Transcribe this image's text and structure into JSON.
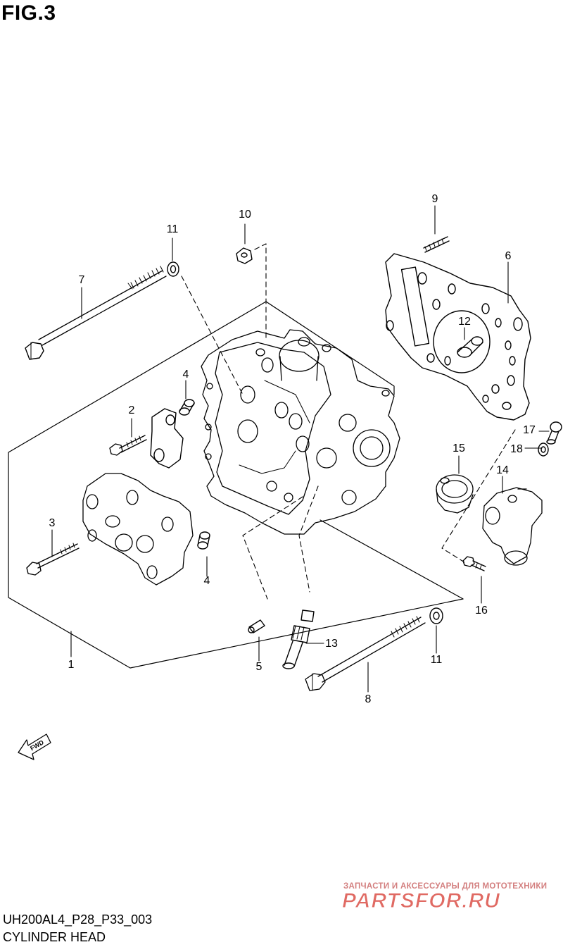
{
  "figure": {
    "title": "FIG.3",
    "code": "UH200AL4_P28_P33_003",
    "caption": "CYLINDER HEAD"
  },
  "callouts": {
    "c1": "1",
    "c2": "2",
    "c3": "3",
    "c4a": "4",
    "c4b": "4",
    "c5": "5",
    "c6": "6",
    "c7": "7",
    "c8": "8",
    "c9": "9",
    "c10": "10",
    "c11a": "11",
    "c11b": "11",
    "c12": "12",
    "c13": "13",
    "c14": "14",
    "c15": "15",
    "c16": "16",
    "c17": "17",
    "c18": "18"
  },
  "fwd_marker": "FWD",
  "watermark": {
    "subtitle": "ЗАПЧАСТИ И АКСЕССУАРЫ ДЛЯ МОТОТЕХНИКИ",
    "logo": "PARTSFOR.RU"
  },
  "colors": {
    "line": "#000000",
    "watermark": "#d9534f",
    "watermark_light": "#d37f7f"
  }
}
